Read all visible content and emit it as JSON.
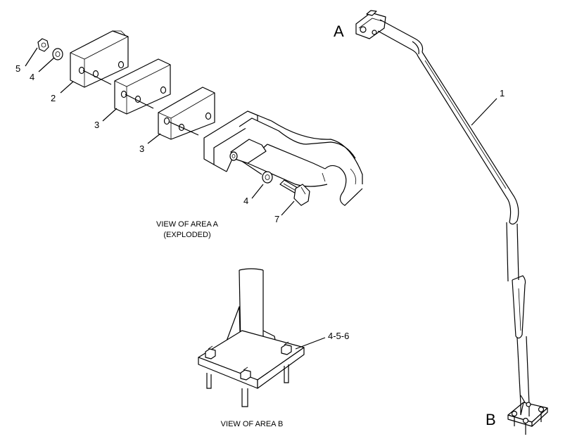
{
  "area_labels": {
    "a": "A",
    "b": "B"
  },
  "callouts": {
    "part_1": "1",
    "part_2": "2",
    "part_3_upper": "3",
    "part_3_lower": "3",
    "part_4_upper": "4",
    "part_4_lower": "4",
    "part_5": "5",
    "part_7": "7",
    "parts_4_5_6": "4-5-6"
  },
  "captions": {
    "view_a_line1": "VIEW OF AREA   A",
    "view_a_line2": "(EXPLODED)",
    "view_b": "VIEW OF AREA   B"
  }
}
